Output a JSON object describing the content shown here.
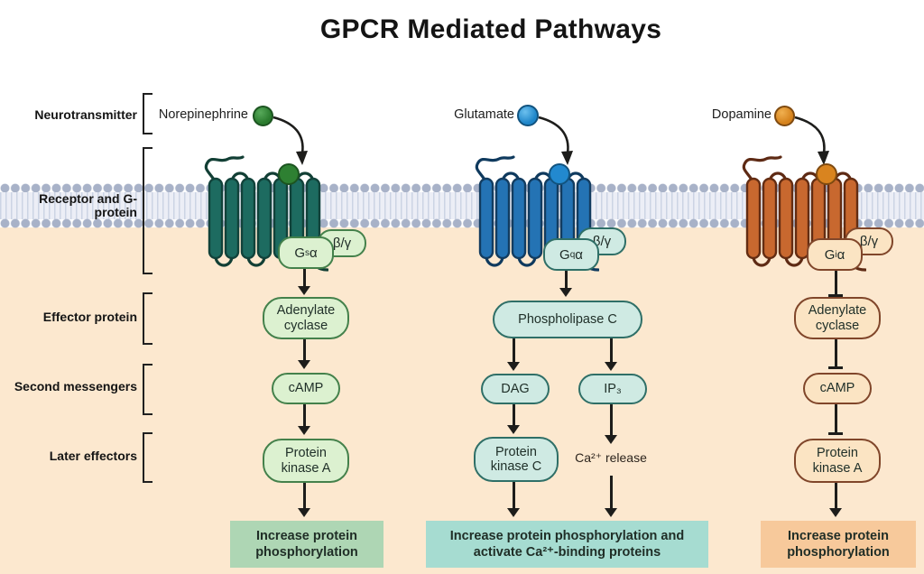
{
  "title": "GPCR Mediated Pathways",
  "row_labels": {
    "neurotransmitter": "Neurotransmitter",
    "receptor": "Receptor and G-protein",
    "effector": "Effector protein",
    "second_messengers": "Second messengers",
    "later_effectors": "Later effectors"
  },
  "colors": {
    "background_lower": "#fce8cf",
    "membrane_heads": "#a8b2c8",
    "arrow": "#1d1d1b",
    "pathway1_receptor": "#1d6b60",
    "pathway1_light": "#dcf1d0",
    "pathway1_outcome": "#aed6b4",
    "pathway1_ligand": "#2e8032",
    "pathway2_receptor": "#2473b4",
    "pathway2_light": "#cfeae3",
    "pathway2_outcome": "#a6dcd1",
    "pathway2_ligand": "#2289cf",
    "pathway3_receptor": "#c8682f",
    "pathway3_light": "#fbe4c3",
    "pathway3_outcome": "#f7c99b",
    "pathway3_ligand": "#d9841f"
  },
  "pathways": [
    {
      "neurotransmitter": "Norepinephrine",
      "g_alpha": {
        "prefix": "G",
        "sub": "s",
        "suffix": "α"
      },
      "beta_gamma": "β/γ",
      "effector": {
        "line1": "Adenylate",
        "line2": "cyclase"
      },
      "second_messenger": "cAMP",
      "later_effector": {
        "line1": "Protein",
        "line2": "kinase A"
      },
      "outcome": {
        "line1": "Increase protein",
        "line2": "phosphorylation"
      }
    },
    {
      "neurotransmitter": "Glutamate",
      "g_alpha": {
        "prefix": "G",
        "sub": "q",
        "suffix": "α"
      },
      "beta_gamma": "β/γ",
      "effector": "Phospholipase C",
      "second_messengers": {
        "dag": "DAG",
        "ip3": "IP₃"
      },
      "later_effectors": {
        "pkc_line1": "Protein",
        "pkc_line2": "kinase C",
        "ca_release": "Ca²⁺ release"
      },
      "outcome": {
        "line1": "Increase protein phosphorylation and",
        "line2": "activate Ca²⁺-binding proteins"
      }
    },
    {
      "neurotransmitter": "Dopamine",
      "g_alpha": {
        "prefix": "G",
        "sub": "i",
        "suffix": "α"
      },
      "beta_gamma": "β/γ",
      "effector": {
        "line1": "Adenylate",
        "line2": "cyclase"
      },
      "second_messenger": "cAMP",
      "later_effector": {
        "line1": "Protein",
        "line2": "kinase A"
      },
      "outcome": {
        "line1": "Increase protein",
        "line2": "phosphorylation"
      }
    }
  ]
}
